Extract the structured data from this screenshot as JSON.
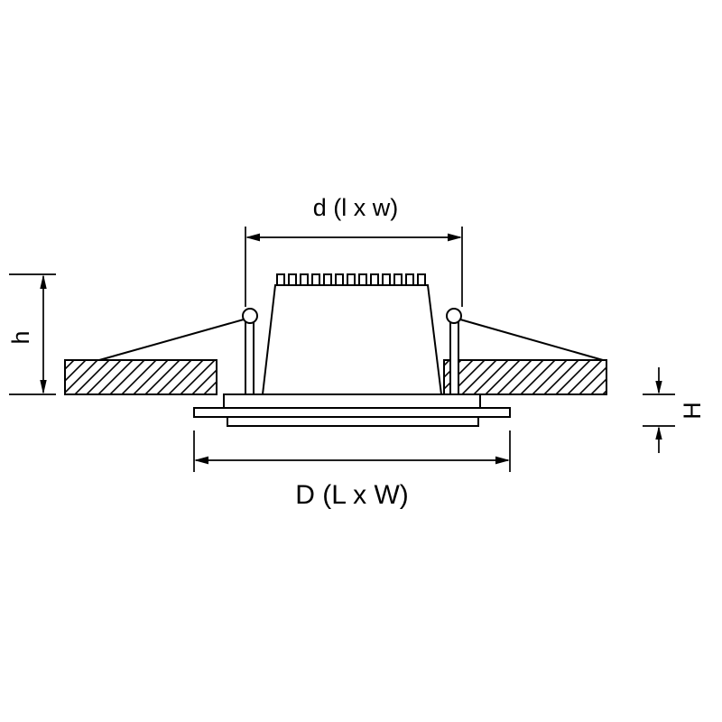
{
  "diagram": {
    "description": "Recessed ceiling luminaire cross-section with installation dimensions",
    "colors": {
      "line": "#000000",
      "background": "#ffffff"
    },
    "labels": {
      "cutout": "d (l x w)",
      "overall": "D (L x W)",
      "recess_depth": "h",
      "flange_height": "H"
    }
  }
}
